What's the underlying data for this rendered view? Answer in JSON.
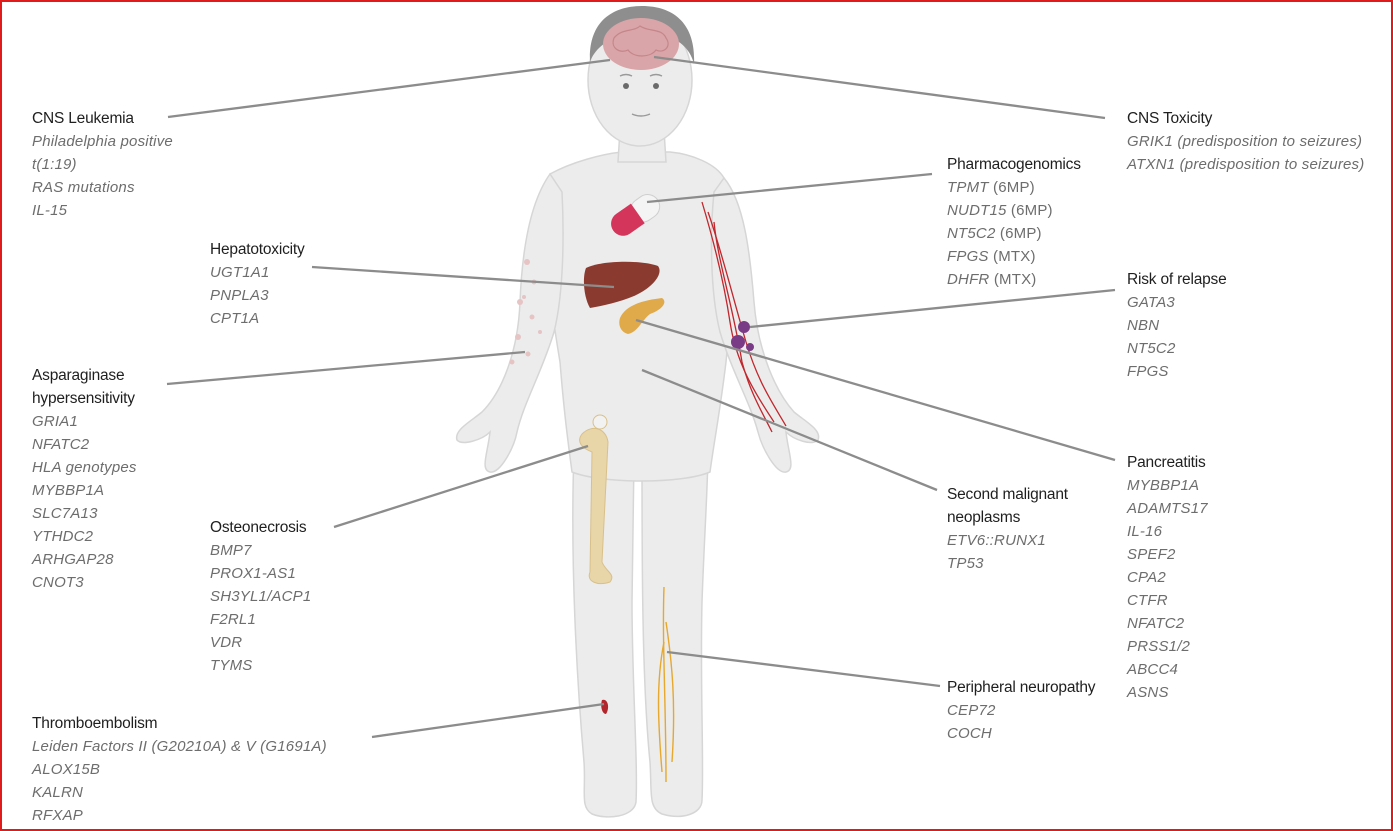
{
  "labels": {
    "cns_leukemia": {
      "title": "CNS Leukemia",
      "genes": [
        "Philadelphia positive",
        "t(1:19)",
        "RAS mutations",
        "IL-15"
      ]
    },
    "hepatotoxicity": {
      "title": "Hepatotoxicity",
      "genes": [
        "UGT1A1",
        "PNPLA3",
        "CPT1A"
      ]
    },
    "asparaginase": {
      "title_line1": "Asparaginase",
      "title_line2": "hypersensitivity",
      "genes": [
        "GRIA1",
        "NFATC2",
        "HLA genotypes",
        "MYBBP1A",
        "SLC7A13",
        "YTHDC2",
        "ARHGAP28",
        "CNOT3"
      ]
    },
    "osteonecrosis": {
      "title": "Osteonecrosis",
      "genes": [
        "BMP7",
        "PROX1-AS1",
        "SH3YL1/ACP1",
        "F2RL1",
        "VDR",
        "TYMS"
      ]
    },
    "thromboembolism": {
      "title": "Thromboembolism",
      "genes": [
        "Leiden Factors II (G20210A) & V (G1691A)",
        "ALOX15B",
        "KALRN",
        "RFXAP"
      ]
    },
    "cns_toxicity": {
      "title": "CNS Toxicity",
      "genes": [
        "GRIK1 (predisposition to seizures)",
        "ATXN1 (predisposition to seizures)"
      ]
    },
    "pharmacogenomics": {
      "title": "Pharmacogenomics",
      "items": [
        {
          "gene": "TPMT",
          "drug": " (6MP)"
        },
        {
          "gene": "NUDT15",
          "drug": " (6MP)"
        },
        {
          "gene": "NT5C2",
          "drug": " (6MP)"
        },
        {
          "gene": "FPGS",
          "drug": " (MTX)"
        },
        {
          "gene": "DHFR",
          "drug": " (MTX)"
        }
      ]
    },
    "relapse": {
      "title": "Risk of relapse",
      "genes": [
        "GATA3",
        "NBN",
        "NT5C2",
        "FPGS"
      ]
    },
    "pancreatitis": {
      "title": "Pancreatitis",
      "genes": [
        "MYBBP1A",
        "ADAMTS17",
        "IL-16",
        "SPEF2",
        "CPA2",
        "CTFR",
        "NFATC2",
        "PRSS1/2",
        "ABCC4",
        "ASNS"
      ]
    },
    "second_malignant": {
      "title_line1": "Second malignant",
      "title_line2": "neoplasms",
      "genes": [
        "ETV6::RUNX1",
        "TP53"
      ]
    },
    "neuropathy": {
      "title": "Peripheral neuropathy",
      "genes": [
        "CEP72",
        "COCH"
      ]
    }
  },
  "colors": {
    "border": "#e01b1b",
    "leader_line": "#8c8c8c",
    "body_fill": "#ececec",
    "liver": "#8b3a30",
    "pancreas": "#e0a94a",
    "vessels": "#c0272d",
    "nerves": "#e6a82e",
    "bone": "#e8d5a8"
  }
}
